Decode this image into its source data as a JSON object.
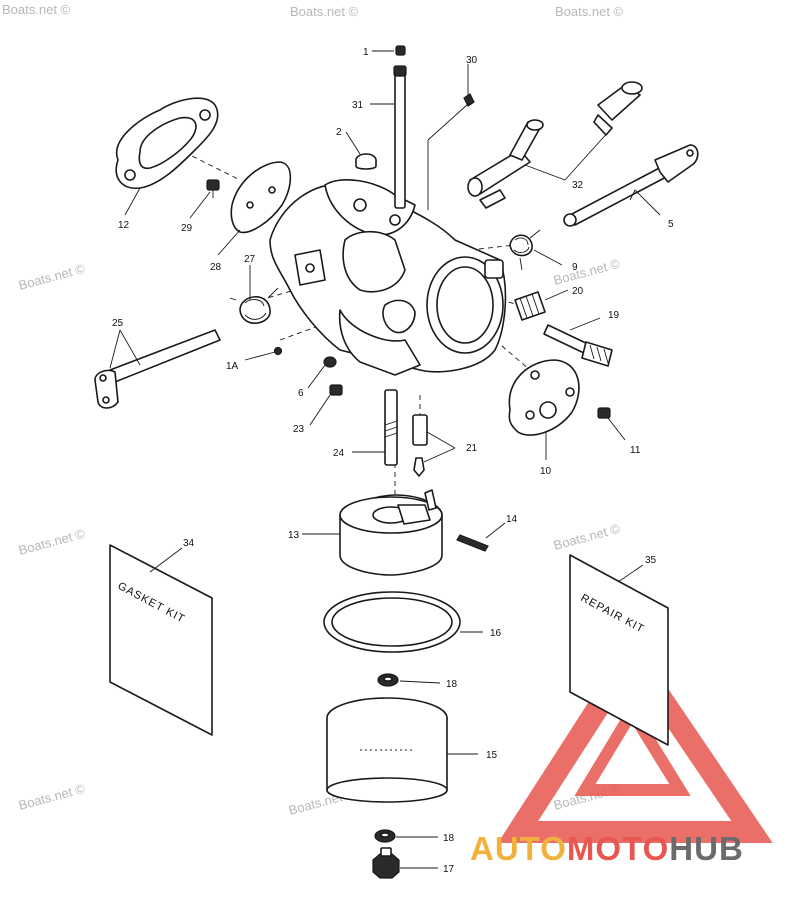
{
  "callouts": {
    "c1": "1",
    "c30": "30",
    "c31": "31",
    "c2": "2",
    "c12": "12",
    "c29": "29",
    "c28": "28",
    "c27": "27",
    "c32": "32",
    "c5": "5",
    "c9": "9",
    "c20": "20",
    "c19": "19",
    "c25": "25",
    "c1a": "1A",
    "c6": "6",
    "c23": "23",
    "c24": "24",
    "c21": "21",
    "c10": "10",
    "c11": "11",
    "c13": "13",
    "c14": "14",
    "c34": "34",
    "c35": "35",
    "c16": "16",
    "c18a": "18",
    "c15": "15",
    "c18b": "18",
    "c17": "17"
  },
  "kits": {
    "gasket": "GASKET KIT",
    "repair": "REPAIR KIT"
  },
  "watermark": {
    "text": "Boats.net ©"
  },
  "logo": {
    "part1": "AUTO",
    "part2": "MOTO",
    "part3": "HUB",
    "color1": "#f2b13c",
    "color2": "#e8574f",
    "color3": "#6b6b6b"
  },
  "colors": {
    "line": "#1a1a1a",
    "logo_triangle": "#e8574f"
  }
}
